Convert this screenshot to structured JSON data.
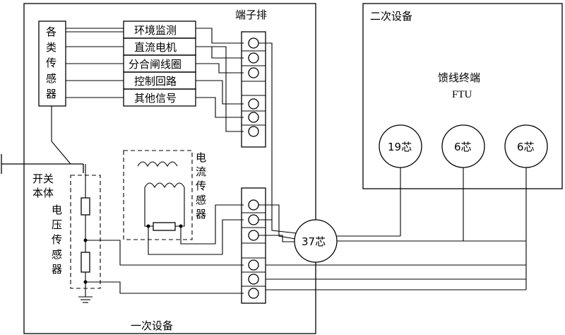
{
  "primary": {
    "title": "一次设备",
    "switch_body": [
      "开关",
      "本体"
    ]
  },
  "sensors": {
    "box_label_chars": [
      "各",
      "类",
      "传",
      "感",
      "器"
    ],
    "items": [
      "环境监测",
      "直流电机",
      "分合闸线圈",
      "控制回路",
      "其他信号"
    ]
  },
  "terminal_block": {
    "label": "端子排"
  },
  "current_sensor": {
    "label_chars": [
      "电",
      "流",
      "传",
      "感",
      "器"
    ]
  },
  "voltage_sensor": {
    "label_chars": [
      "电",
      "压",
      "传",
      "感",
      "器"
    ]
  },
  "cable_37": {
    "label": "37芯"
  },
  "secondary": {
    "title": "二次设备",
    "ftu_name": "馈线终端",
    "ftu_code": "FTU",
    "cables": [
      "19芯",
      "6芯",
      "6芯"
    ]
  }
}
